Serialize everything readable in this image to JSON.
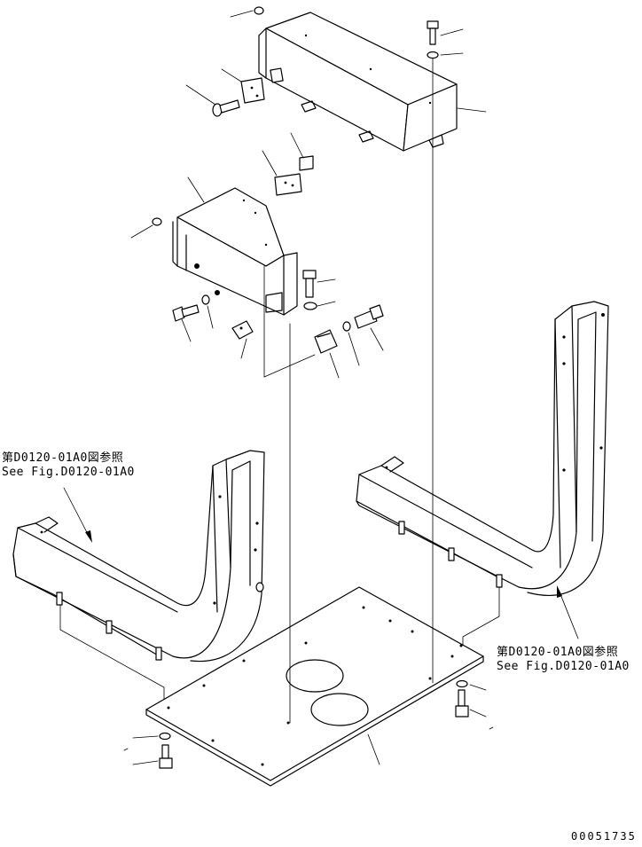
{
  "notes": {
    "left_ref_jp": "第D0120-01A0図参照",
    "left_ref_en": "See Fig.D0120-01A0",
    "right_ref_jp": "第D0120-01A0図参照",
    "right_ref_en": "See Fig.D0120-01A0"
  },
  "drawing_code": "00051735"
}
